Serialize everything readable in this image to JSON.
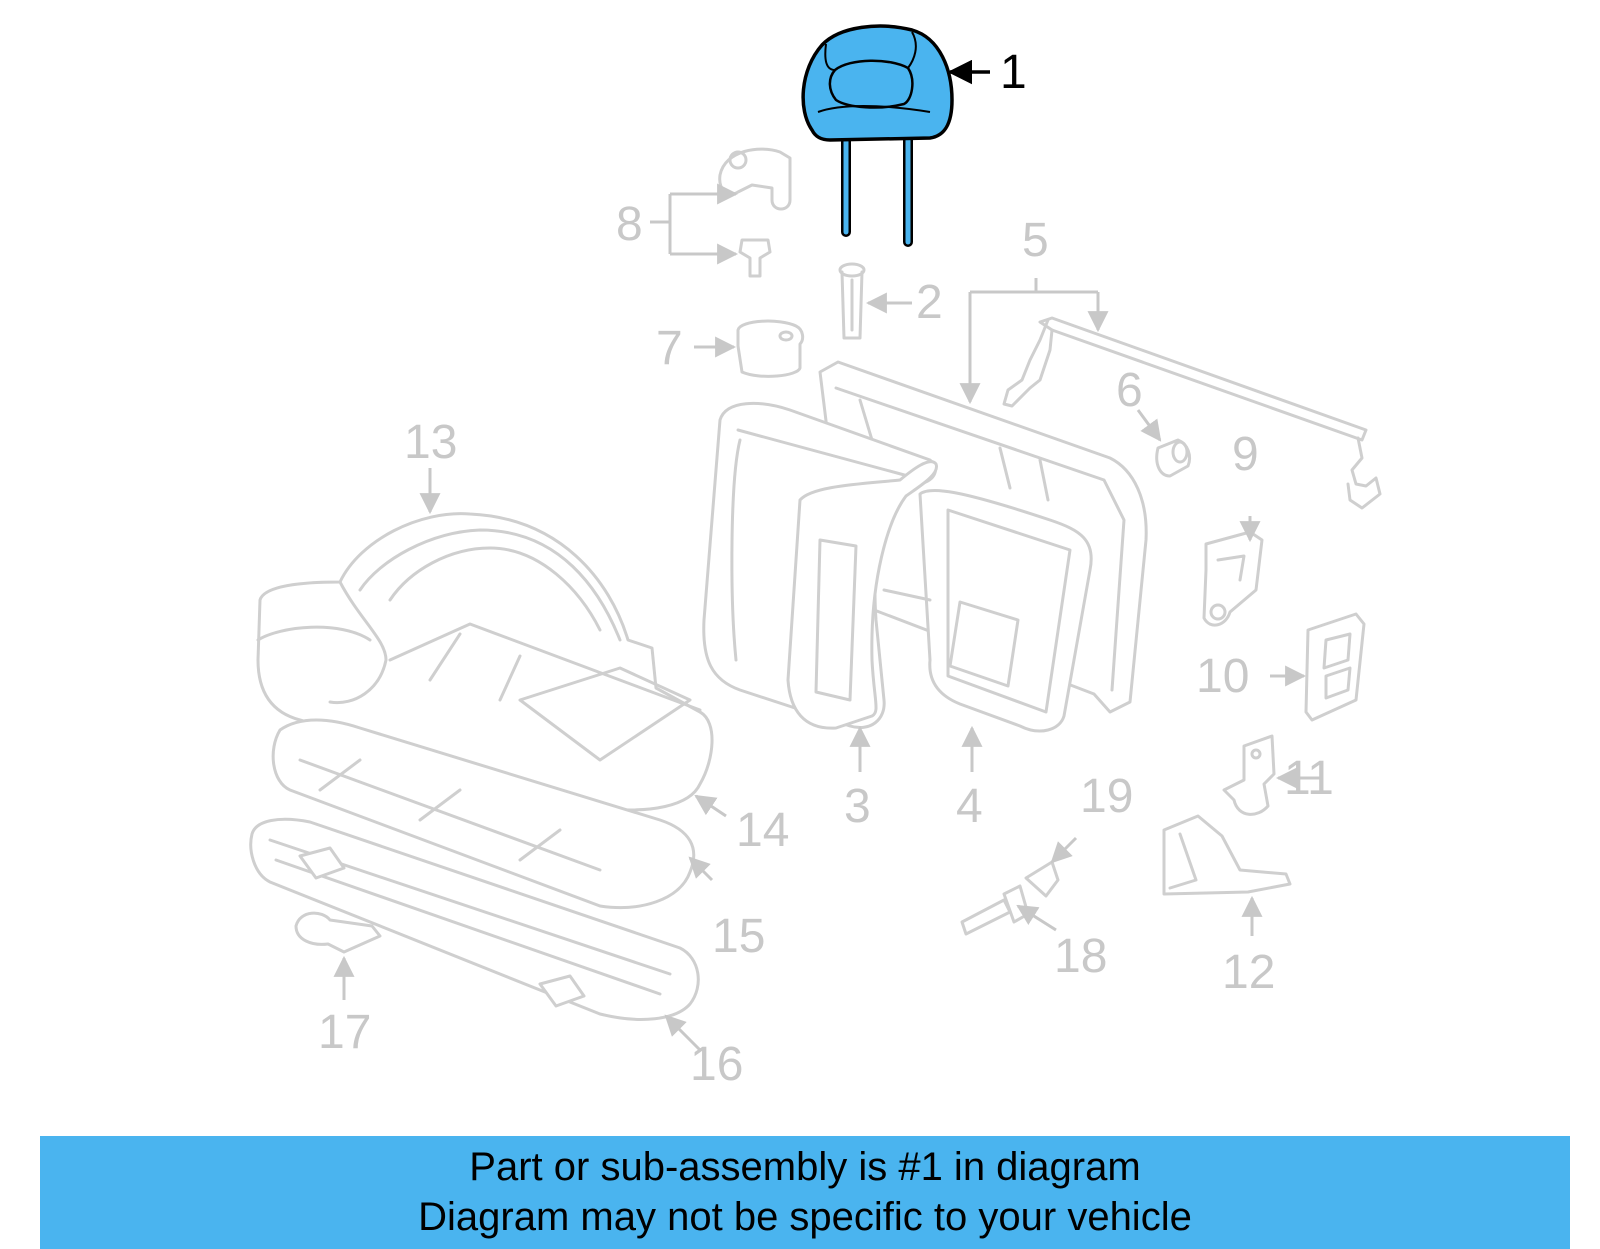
{
  "diagram": {
    "highlight_color": "#4ab4ef",
    "ghost_color": "#cfcfcf",
    "callouts": {
      "c1": "1",
      "c2": "2",
      "c3": "3",
      "c4": "4",
      "c5": "5",
      "c6": "6",
      "c7": "7",
      "c8": "8",
      "c9": "9",
      "c10": "10",
      "c11": "11",
      "c12": "12",
      "c13": "13",
      "c14": "14",
      "c15": "15",
      "c16": "16",
      "c17": "17",
      "c18": "18",
      "c19": "19"
    }
  },
  "banner": {
    "line1": "Part or sub-assembly is #1 in diagram",
    "line2": "Diagram may not be specific to your vehicle",
    "background": "#4ab4ef"
  }
}
